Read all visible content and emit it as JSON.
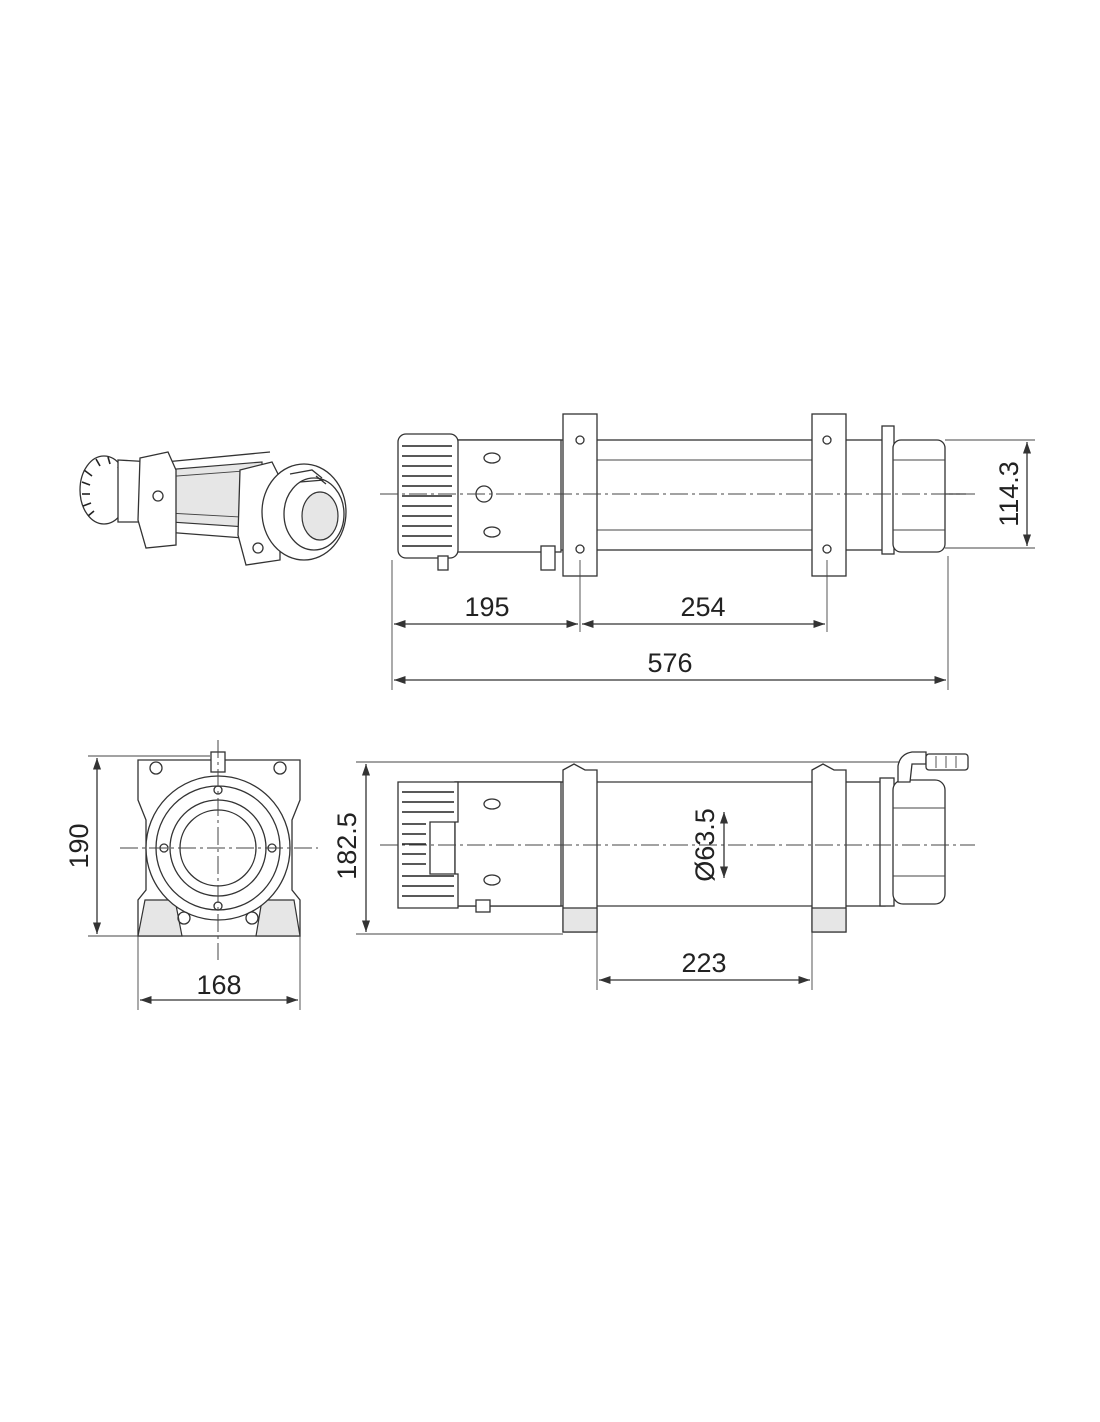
{
  "dimensions": {
    "top_view": {
      "section_a": "195",
      "section_b": "254",
      "overall_length": "576",
      "motor_height": "114.3"
    },
    "front_view": {
      "height": "190",
      "width": "168"
    },
    "side_view": {
      "height": "182.5",
      "drum_diameter": "Ø63.5",
      "mount_spacing": "223"
    }
  },
  "colors": {
    "line": "#333333",
    "fill": "#ffffff",
    "shade": "#e6e6e6"
  },
  "icons": [
    "winch-isometric-view",
    "winch-top-view",
    "winch-front-view",
    "winch-side-view"
  ]
}
